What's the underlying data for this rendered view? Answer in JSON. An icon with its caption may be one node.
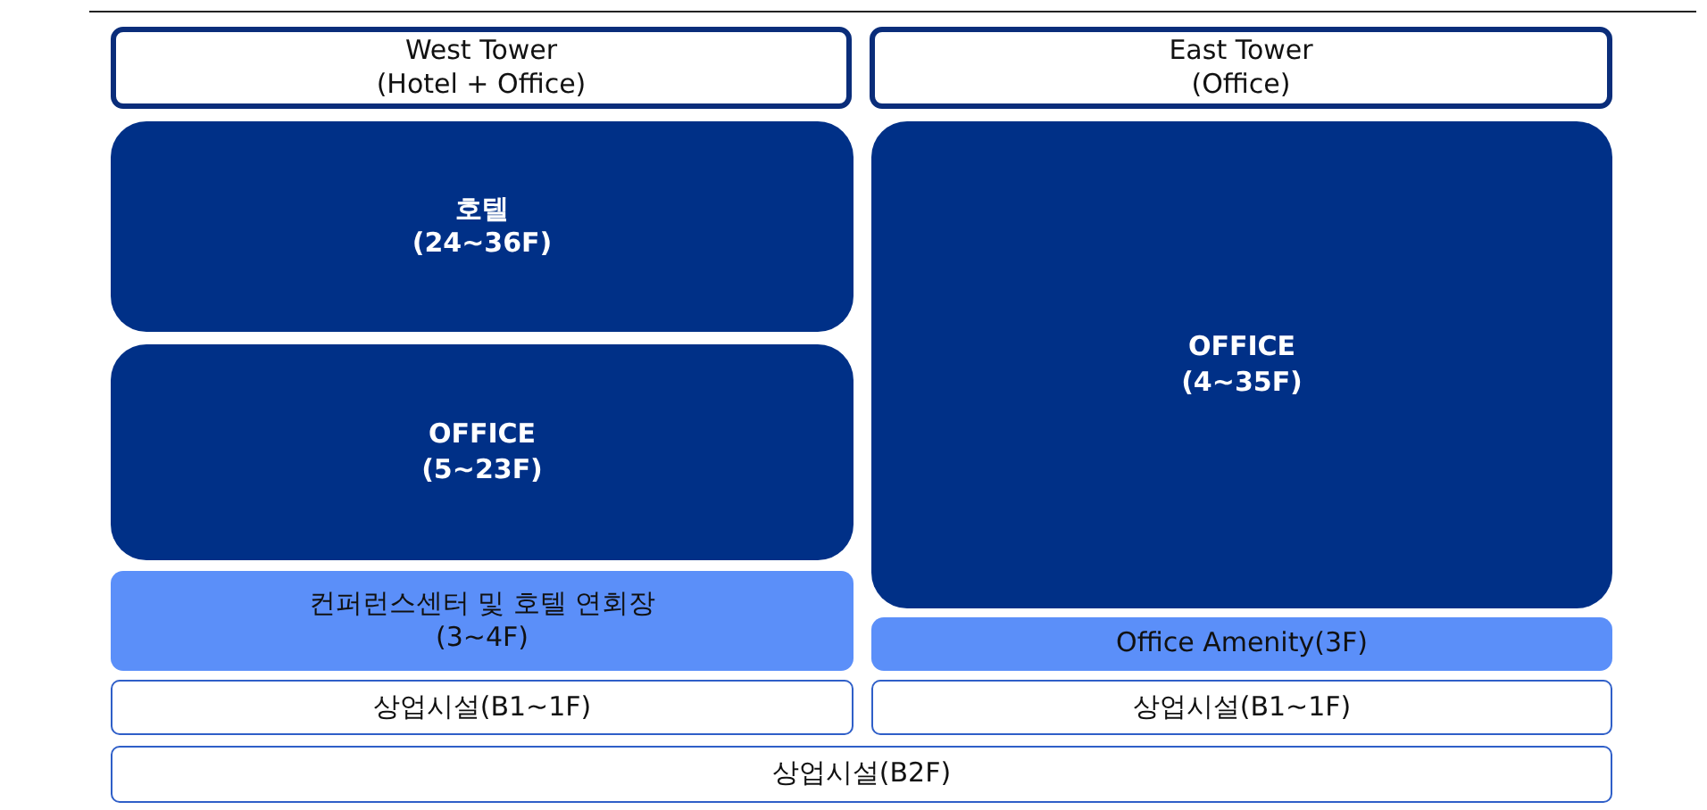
{
  "diagram": {
    "nodes": [
      {
        "text": [
          "West Tower",
          "(Hotel + Office)"
        ]
      },
      {
        "text": [
          "East Tower",
          "(Office)"
        ]
      },
      {
        "text": [
          "호텔",
          "(24~36F)"
        ]
      },
      {
        "text": [
          "OFFICE",
          "(5~23F)"
        ]
      },
      {
        "text": [
          "컨퍼런스센터 및 호텔 연회장",
          "(3~4F)"
        ]
      },
      {
        "text": [
          "OFFICE",
          "(4~35F)"
        ]
      },
      {
        "text": [
          "Office Amenity(3F)"
        ]
      },
      {
        "text": [
          "상업시설(B1~1F)"
        ]
      },
      {
        "text": [
          "상업시설(B1~1F)"
        ]
      },
      {
        "text": [
          "상업시설(B2F)"
        ]
      }
    ]
  }
}
